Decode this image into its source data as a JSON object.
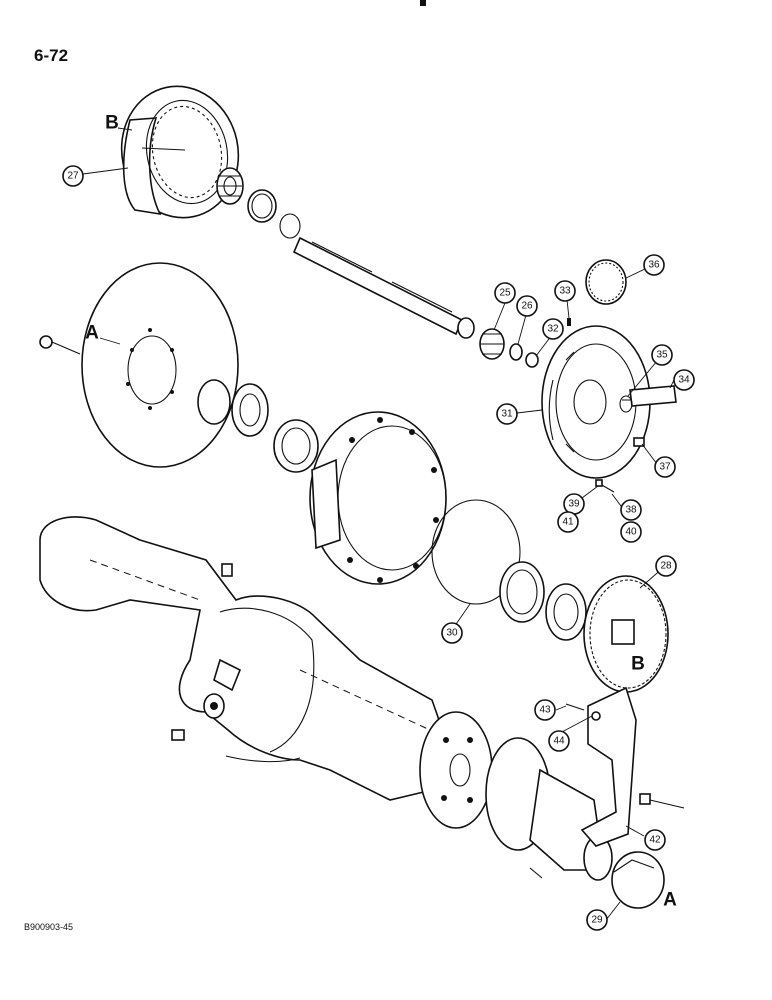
{
  "page_number": "6-72",
  "drawing_id": "B900903-45",
  "ref_letters": [
    "A",
    "B"
  ],
  "callouts": [
    "25",
    "26",
    "27",
    "28",
    "29",
    "30",
    "31",
    "32",
    "33",
    "34",
    "35",
    "36",
    "37",
    "38",
    "39",
    "40",
    "41",
    "42",
    "43",
    "44"
  ]
}
